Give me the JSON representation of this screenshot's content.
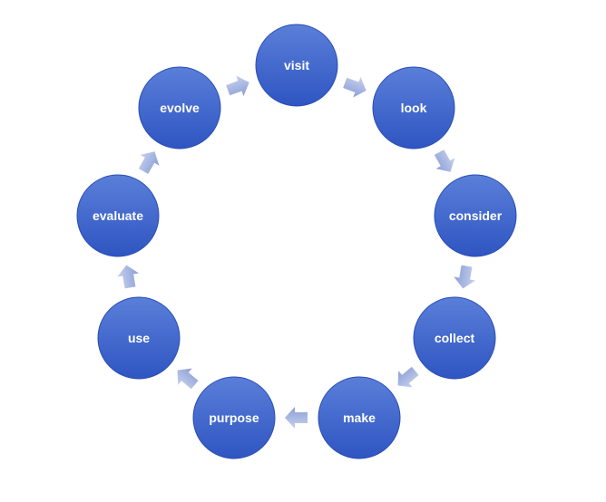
{
  "diagram": {
    "type": "cycle",
    "colors": {
      "node_top": "#5a7fd9",
      "node_bottom": "#2f55c2",
      "node_edge": "#2a4db4",
      "arrow_top": "#c7d1ee",
      "arrow_bottom": "#8b9fd6",
      "label": "#ffffff",
      "background": "#ffffff"
    },
    "nodes": [
      {
        "id": "visit",
        "label": "visit"
      },
      {
        "id": "look",
        "label": "look"
      },
      {
        "id": "consider",
        "label": "consider"
      },
      {
        "id": "collect",
        "label": "collect"
      },
      {
        "id": "make",
        "label": "make"
      },
      {
        "id": "purpose",
        "label": "purpose"
      },
      {
        "id": "use",
        "label": "use"
      },
      {
        "id": "evaluate",
        "label": "evaluate"
      },
      {
        "id": "evolve",
        "label": "evolve"
      }
    ],
    "edges": [
      {
        "from": "visit",
        "to": "look"
      },
      {
        "from": "look",
        "to": "consider"
      },
      {
        "from": "consider",
        "to": "collect"
      },
      {
        "from": "collect",
        "to": "make"
      },
      {
        "from": "make",
        "to": "purpose"
      },
      {
        "from": "purpose",
        "to": "use"
      },
      {
        "from": "use",
        "to": "evaluate"
      },
      {
        "from": "evaluate",
        "to": "evolve"
      },
      {
        "from": "evolve",
        "to": "visit"
      }
    ]
  }
}
